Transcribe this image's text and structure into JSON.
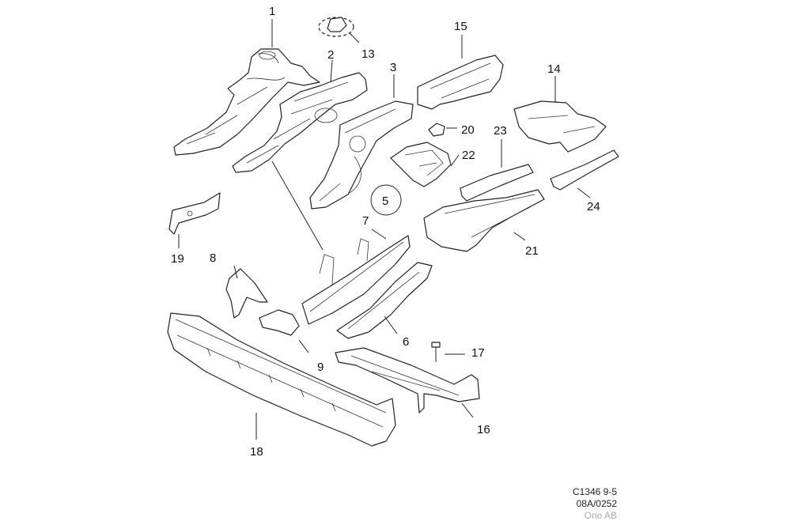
{
  "callouts": {
    "1": "1",
    "2": "2",
    "3": "3",
    "5": "5",
    "6": "6",
    "7": "7",
    "8": "8",
    "9": "9",
    "13": "13",
    "14": "14",
    "15": "15",
    "16": "16",
    "17": "17",
    "18": "18",
    "19": "19",
    "20": "20",
    "21": "21",
    "22": "22",
    "23": "23",
    "24": "24"
  },
  "footer": {
    "line1": "C1346 9-5",
    "line2": "08A/0252",
    "watermark": "Orio AB"
  },
  "colors": {
    "line": "#222222",
    "background": "#ffffff",
    "watermark": "#aaaaaa"
  }
}
